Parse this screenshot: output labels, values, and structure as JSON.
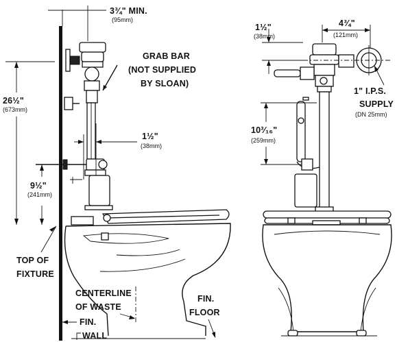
{
  "side_view": {
    "top_clearance": {
      "value": "3¾\" MIN.",
      "metric": "(95mm)"
    },
    "grab_bar_note": [
      "GRAB BAR",
      "(NOT SUPPLIED",
      "BY SLOAN)"
    ],
    "height_total": {
      "value": "26½\"",
      "metric": "(673mm)"
    },
    "pipe_offset": {
      "value": "1½\"",
      "metric": "(38mm)"
    },
    "height_lower": {
      "value": "9½\"",
      "metric": "(241mm)"
    },
    "top_of_fixture": [
      "TOP OF",
      "FIXTURE"
    ],
    "centerline_of_waste": [
      "CENTERLINE",
      "OF WASTE"
    ],
    "fin_wall": [
      "FIN.",
      "WALL"
    ],
    "fin_floor": [
      "FIN.",
      "FLOOR"
    ]
  },
  "front_view": {
    "top_offset": {
      "value": "1½\"",
      "metric": "(38mm)"
    },
    "supply_offset": {
      "value": "4¾\"",
      "metric": "(121mm)"
    },
    "supply_label": [
      "1\" I.P.S.",
      "SUPPLY",
      "(DN 25mm)"
    ],
    "tube_height": {
      "value": "10³⁄₁₆\"",
      "metric": "(259mm)"
    }
  },
  "colors": {
    "line": "#111111",
    "background": "#ffffff"
  }
}
